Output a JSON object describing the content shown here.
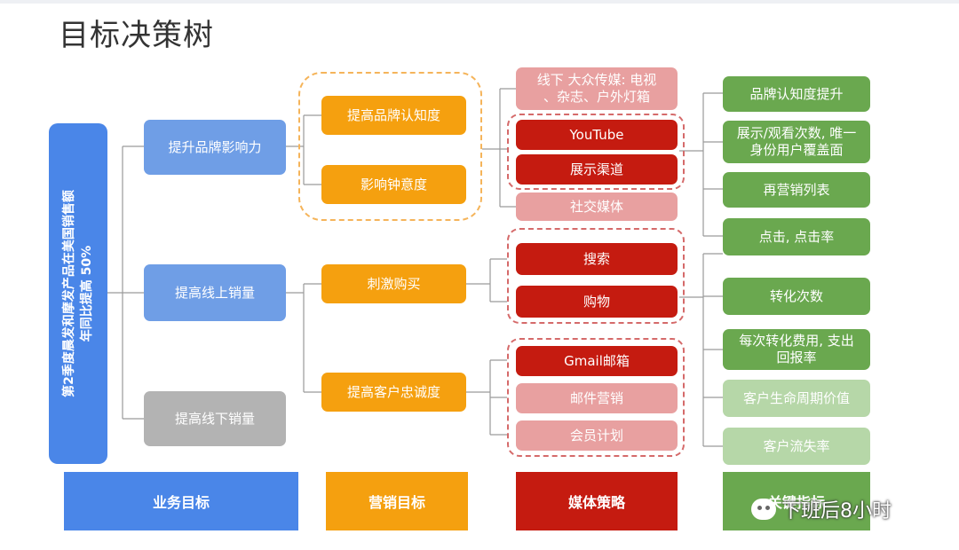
{
  "title": "目标决策树",
  "goal": "第2季度晨发和摩发产品在美国销售额\n年同比提高 50%",
  "business": [
    "提升品牌影响力",
    "提高线上销量",
    "提高线下销量"
  ],
  "marketing": [
    "提高品牌认知度",
    "影响钟意度",
    "刺激购买",
    "提高客户忠诚度"
  ],
  "media": [
    "线下 大众传媒: 电视\n、杂志、户外灯箱",
    "YouTube",
    "展示渠道",
    "社交媒体",
    "搜索",
    "购物",
    "Gmail邮箱",
    "邮件营销",
    "会员计划"
  ],
  "kpi": [
    "品牌认知度提升",
    "展示/观看次数, 唯一\n身份用户覆盖面",
    "再营销列表",
    "点击, 点击率",
    "转化次数",
    "每次转化费用, 支出\n回报率",
    "客户生命周期价值",
    "客户流失率"
  ],
  "legend": [
    "业务目标",
    "营销目标",
    "媒体策略",
    "关键指标"
  ],
  "watermark": "下班后8小时",
  "colors": {
    "business": "#4a86e8",
    "marketing": "#f5a00f",
    "media": "#c51b10",
    "media_light": "#e8a0a0",
    "kpi": "#6aa84f",
    "kpi_light": "#b6d7a8"
  }
}
